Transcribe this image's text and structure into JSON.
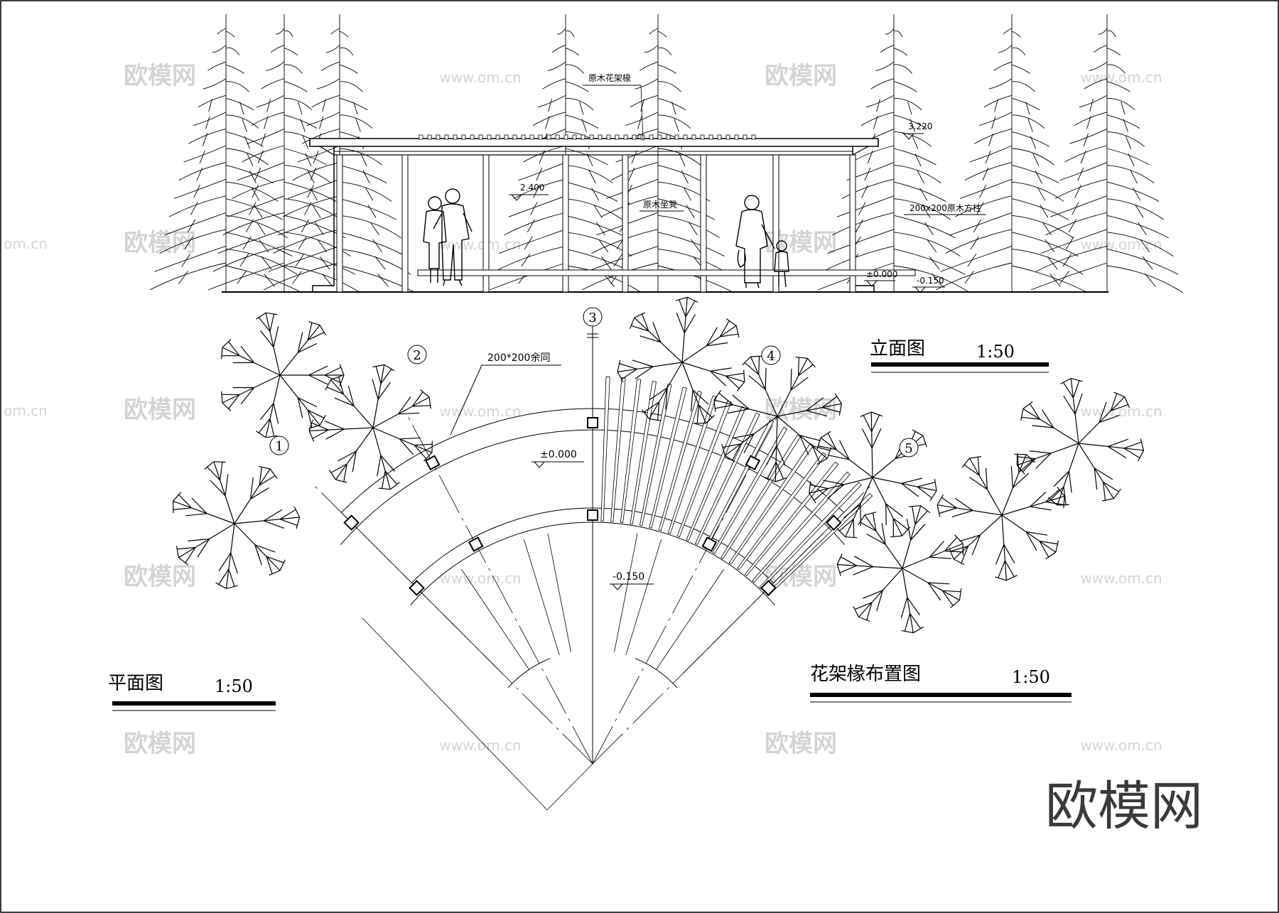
{
  "colors": {
    "ink": "#000000",
    "background": "#ffffff",
    "watermark": "#d4d4d4",
    "logo": "#3a3a3a"
  },
  "elevation": {
    "title": "立面图",
    "scale": "1:50",
    "labels": {
      "rafter": "原木花架椽",
      "top_level": "3.220",
      "beam_level": "2.400",
      "bench": "原木坐凳",
      "column": "200x200原木方柱",
      "ground_level": "±0.000",
      "outer_level": "-0.150"
    }
  },
  "plan": {
    "title": "平面图",
    "scale": "1:50",
    "axes": [
      "1",
      "2",
      "3",
      "4",
      "5"
    ],
    "labels": {
      "column_note": "200*200余同",
      "inner_level": "±0.000",
      "outer_level": "-0.150"
    }
  },
  "rafter_layout": {
    "title": "花架椽布置图",
    "scale": "1:50"
  },
  "watermark": {
    "brand": "欧模网",
    "site": "www.om.cn",
    "site_partial": "om.cn"
  },
  "logo": {
    "text": "欧模网"
  }
}
